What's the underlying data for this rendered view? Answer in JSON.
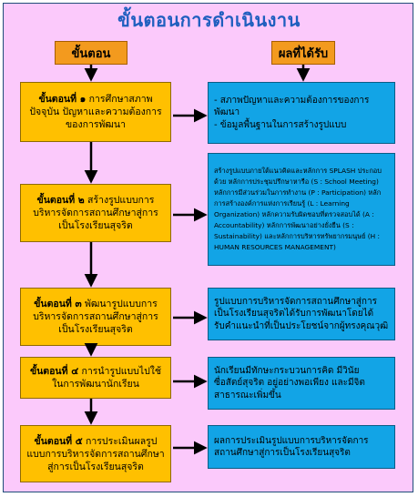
{
  "title": "ขั้นตอนการดำเนินงาน",
  "headers": {
    "left": "ขั้นตอน",
    "right": "ผลที่ได้รับ"
  },
  "steps": [
    {
      "label": "ขั้นตอนที่ ๑",
      "text": " การศึกษาสภาพปัจจุบัน ปัญหาและความต้องการของการพัฒนา"
    },
    {
      "label": "ขั้นตอนที่ ๒",
      "text": " สร้างรูปแบบการบริหารจัดการสถานศึกษาสู่การเป็นโรงเรียนสุจริต"
    },
    {
      "label": "ขั้นตอนที่ ๓",
      "text": " พัฒนารูปแบบการบริหารจัดการสถานศึกษาสู่การเป็นโรงเรียนสุจริต"
    },
    {
      "label": "ขั้นตอนที่ ๔",
      "text": " การนำรูปแบบไปใช้ในการพัฒนานักเรียน"
    },
    {
      "label": "ขั้นตอนที่ ๕",
      "text": " การประเมินผลรูปแบบการบริหารจัดการสถานศึกษาสู่การเป็นโรงเรียนสุจริต"
    }
  ],
  "results": [
    {
      "lines": [
        "- สภาพปัญหาและความต้องการของการพัฒนา",
        "- ข้อมูลพื้นฐานในการสร้างรูปแบบ"
      ]
    },
    {
      "lines": [
        "สร้างรูปแบบภายใต้แนวคิดและหลักการ SPLASH ประกอบด้วย หลักการประชุมปรึกษาหารือ (S : School Meeting) หลักการมีส่วนร่วมในการทำงาน (P : Participation) หลักการสร้างองค์การแห่งการเรียนรู้ (L : Learning Organization) หลักความรับผิดชอบที่ตรวจสอบได้ (A : Accountability) หลักการพัฒนาอย่างยั่งยืน (S : Sustainability) และหลักการบริหารทรัพยากรมนุษย์ (H : HUMAN RESOURCES MANAGEMENT)"
      ]
    },
    {
      "lines": [
        "รูปแบบการบริหารจัดการสถานศึกษาสู่การเป็นโรงเรียนสุจริตได้รับการพัฒนาโดยได้รับคำแนะนำที่เป็นประโยชน์จากผู้ทรงคุณวุฒิ"
      ]
    },
    {
      "lines": [
        "นักเรียนมีทักษะกระบวนการคิด มีวินัย ซื่อสัตย์สุจริต อยู่อย่างพอเพียง และมีจิตสาธารณะเพิ่มขึ้น"
      ]
    },
    {
      "lines": [
        "ผลการประเมินรูปแบบการบริหารจัดการสถานศึกษาสู่การเป็นโรงเรียนสุจริต"
      ]
    }
  ],
  "colors": {
    "background": "#fbc9fb",
    "title": "#1f5fbf",
    "header": "#f39a1e",
    "step": "#ffc000",
    "result": "#12a4e6"
  }
}
